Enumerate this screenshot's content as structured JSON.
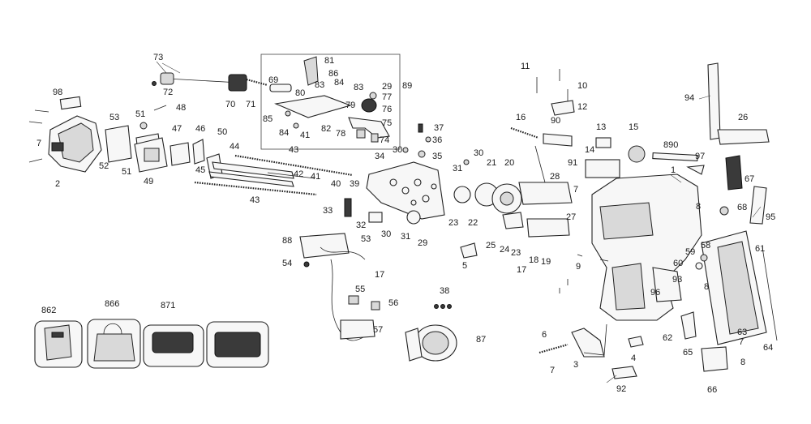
{
  "diagram": {
    "labels": [
      "1",
      "2",
      "3",
      "4",
      "5",
      "6",
      "7",
      "7",
      "7",
      "7",
      "8",
      "8",
      "8",
      "9",
      "10",
      "11",
      "12",
      "13",
      "14",
      "15",
      "16",
      "17",
      "17",
      "18",
      "19",
      "20",
      "21",
      "22",
      "23",
      "23",
      "24",
      "25",
      "26",
      "27",
      "28",
      "29",
      "29",
      "30",
      "30",
      "30",
      "31",
      "31",
      "32",
      "33",
      "34",
      "35",
      "36",
      "37",
      "38",
      "39",
      "40",
      "41",
      "41",
      "42",
      "43",
      "43",
      "44",
      "45",
      "46",
      "47",
      "48",
      "49",
      "50",
      "51",
      "51",
      "52",
      "53",
      "53",
      "54",
      "55",
      "56",
      "57",
      "58",
      "59",
      "60",
      "61",
      "62",
      "63",
      "64",
      "65",
      "66",
      "67",
      "68",
      "69",
      "70",
      "71",
      "72",
      "73",
      "74",
      "75",
      "76",
      "77",
      "78",
      "79",
      "80",
      "81",
      "82",
      "83",
      "83",
      "84",
      "84",
      "85",
      "86",
      "87",
      "88",
      "89",
      "90",
      "91",
      "92",
      "93",
      "94",
      "95",
      "96",
      "97",
      "98",
      "890",
      "862",
      "866",
      "871"
    ]
  }
}
